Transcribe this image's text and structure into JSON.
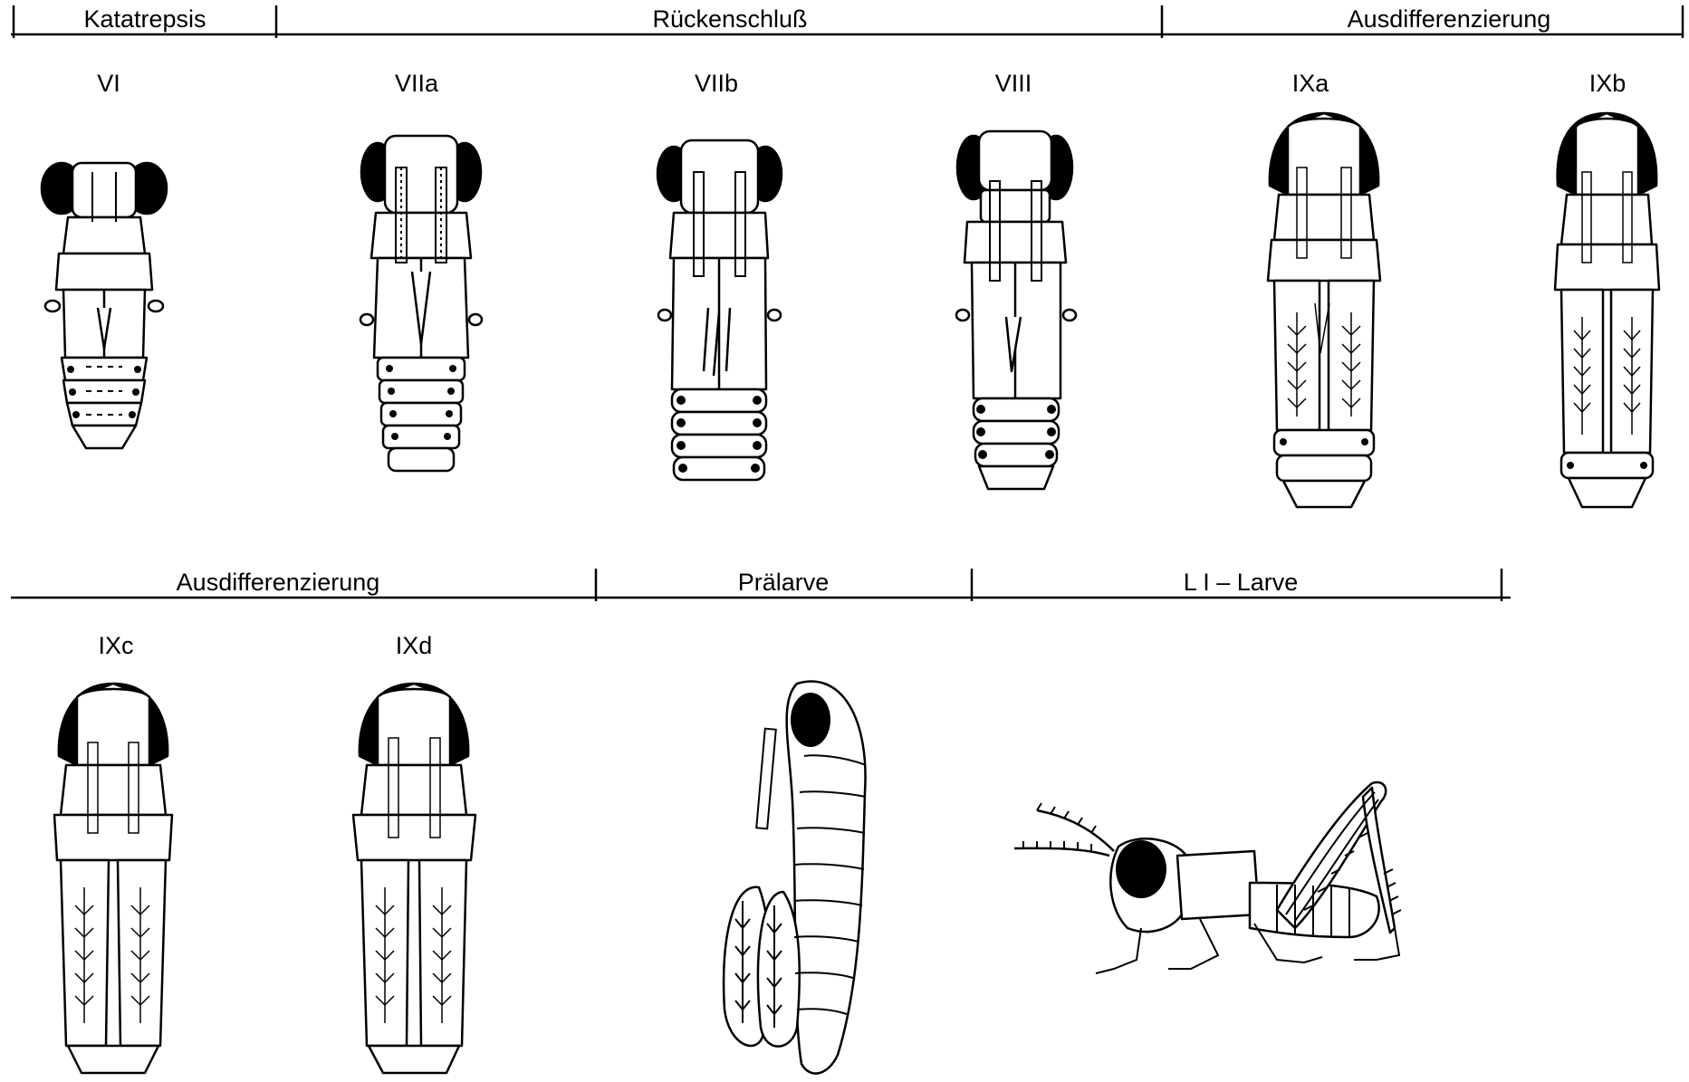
{
  "phases_row1": [
    "Katatrepsis",
    "Rückenschluß",
    "Ausdifferenzierung"
  ],
  "phases_row2": [
    "Ausdifferenzierung",
    "Prälarve",
    "L I – Larve"
  ],
  "stages_row1": [
    "VI",
    "VIIa",
    "VIIb",
    "VIII",
    "IXa",
    "IXb"
  ],
  "stages_row2": [
    "IXc",
    "IXd"
  ],
  "colors": {
    "ink": "#000000",
    "paper": "#ffffff"
  }
}
